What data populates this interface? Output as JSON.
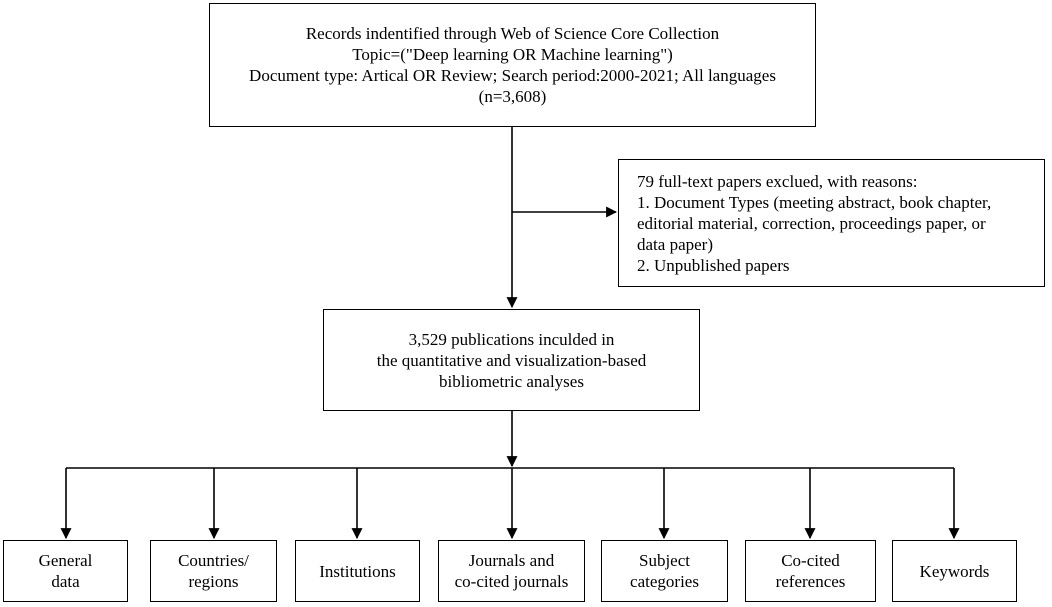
{
  "top_box": {
    "line1": "Records indentified through Web of Science Core Collection",
    "line2": "Topic=(\"Deep learning OR Machine learning\")",
    "line3": "Document type: Artical OR Review; Search period:2000-2021; All languages",
    "line4": "(n=3,608)"
  },
  "exclusion_box": {
    "line1": "79 full-text papers exclued, with reasons:",
    "line2": "1. Document Types (meeting abstract, book chapter,",
    "line3": "editorial material, correction, proceedings paper, or",
    "line4": "data paper)",
    "line5": "2. Unpublished papers"
  },
  "included_box": {
    "line1": "3,529 publications inculded in",
    "line2": "the quantitative and visualization-based",
    "line3": "bibliometric analyses"
  },
  "outputs": [
    {
      "line1": "General",
      "line2": "data"
    },
    {
      "line1": "Countries/",
      "line2": "regions"
    },
    {
      "line1": "Institutions",
      "line2": ""
    },
    {
      "line1": "Journals and",
      "line2": "co-cited journals"
    },
    {
      "line1": "Subject",
      "line2": "categories"
    },
    {
      "line1": "Co-cited",
      "line2": "references"
    },
    {
      "line1": "Keywords",
      "line2": ""
    }
  ]
}
